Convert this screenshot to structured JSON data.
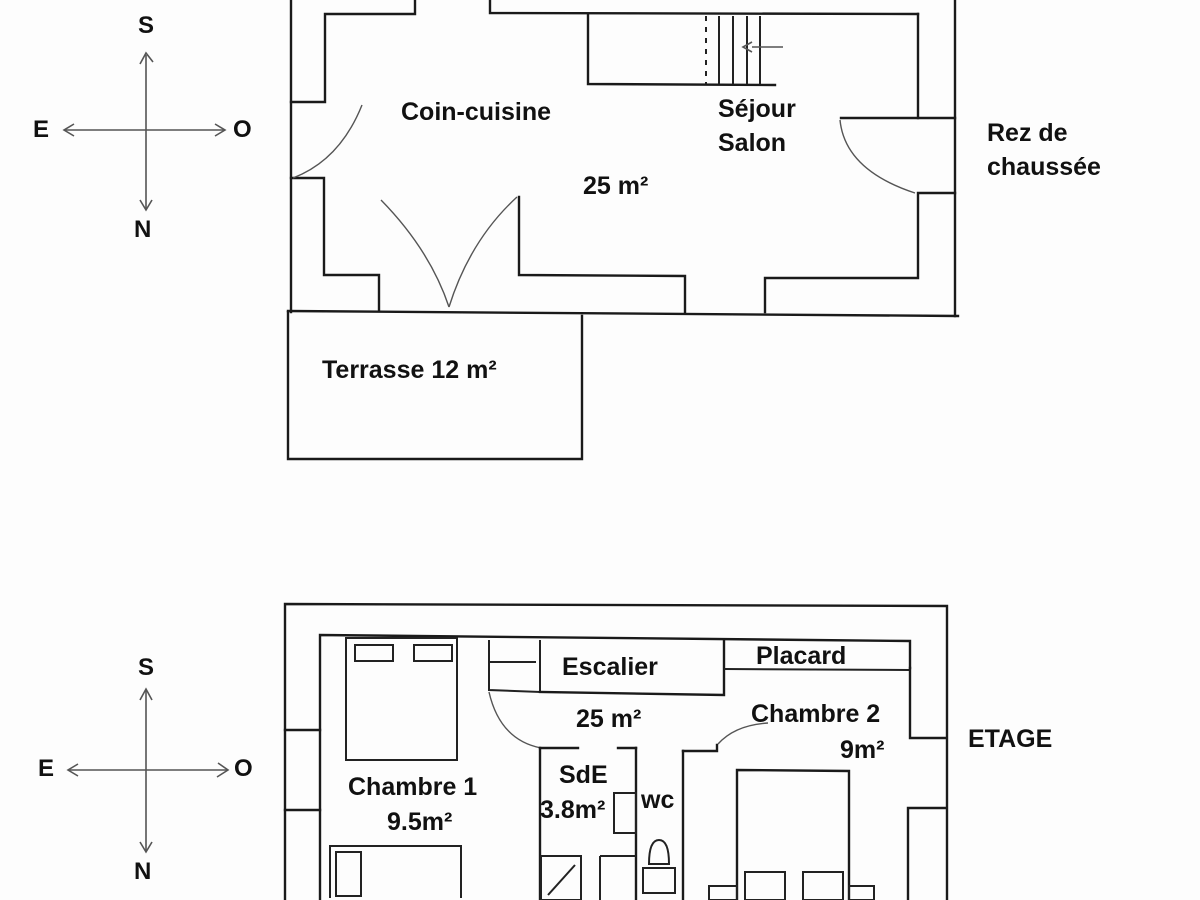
{
  "ground_floor": {
    "title_line1": "Rez de",
    "title_line2": "chaussée",
    "rooms": {
      "kitchen": "Coin-cuisine",
      "living_line1": "Séjour",
      "living_line2": "Salon",
      "main_area": "25 m²",
      "terrace": "Terrasse 12 m²"
    }
  },
  "upper_floor": {
    "title": "ETAGE",
    "rooms": {
      "bedroom1_name": "Chambre 1",
      "bedroom1_area": "9.5m²",
      "stairs": "Escalier",
      "landing_area": "25 m²",
      "closet": "Placard",
      "bedroom2_name": "Chambre 2",
      "bedroom2_area": "9m²",
      "shower_name": "SdE",
      "shower_area": "3.8m²",
      "wc": "wc"
    }
  },
  "compass": {
    "north": "N",
    "south": "S",
    "east": "E",
    "west": "O"
  }
}
